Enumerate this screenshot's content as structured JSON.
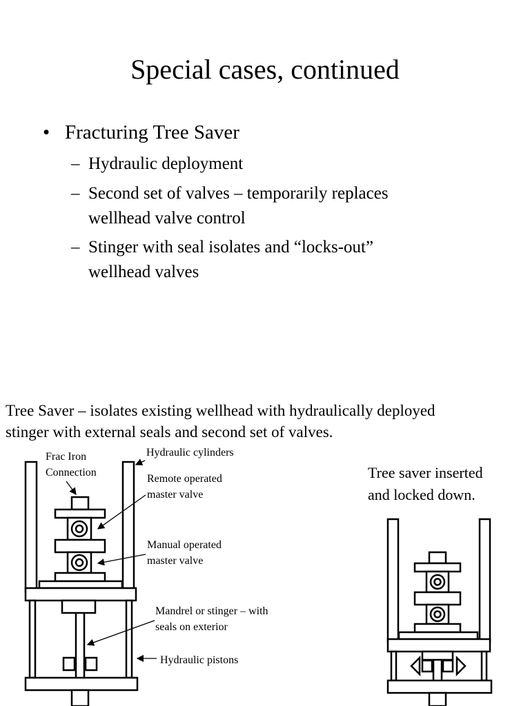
{
  "slide": {
    "title": "Special cases, continued",
    "bullet": {
      "marker": "•",
      "text": "Fracturing Tree Saver"
    },
    "sub_items": [
      {
        "dash": "–",
        "lines": [
          "Hydraulic deployment"
        ]
      },
      {
        "dash": "–",
        "lines": [
          "Second set of valves – temporarily replaces",
          "wellhead valve control"
        ]
      },
      {
        "dash": "–",
        "lines": [
          "Stinger with seal isolates and “locks-out”",
          "wellhead valves"
        ]
      }
    ],
    "caption_lines": [
      "Tree Saver – isolates existing wellhead with hydraulically deployed",
      "stinger with external seals and second set of valves."
    ],
    "right_caption_lines": [
      "Tree saver inserted",
      "and locked down."
    ]
  },
  "diagram_labels": {
    "frac_iron": [
      "Frac Iron",
      "Connection"
    ],
    "hydraulic_cylinders": "Hydraulic cylinders",
    "remote_valve": [
      "Remote operated",
      "master valve"
    ],
    "manual_valve": [
      "Manual operated",
      "master valve"
    ],
    "mandrel": [
      "Mandrel or stinger – with",
      "seals on exterior"
    ],
    "hydraulic_pistons": "Hydraulic pistons"
  }
}
